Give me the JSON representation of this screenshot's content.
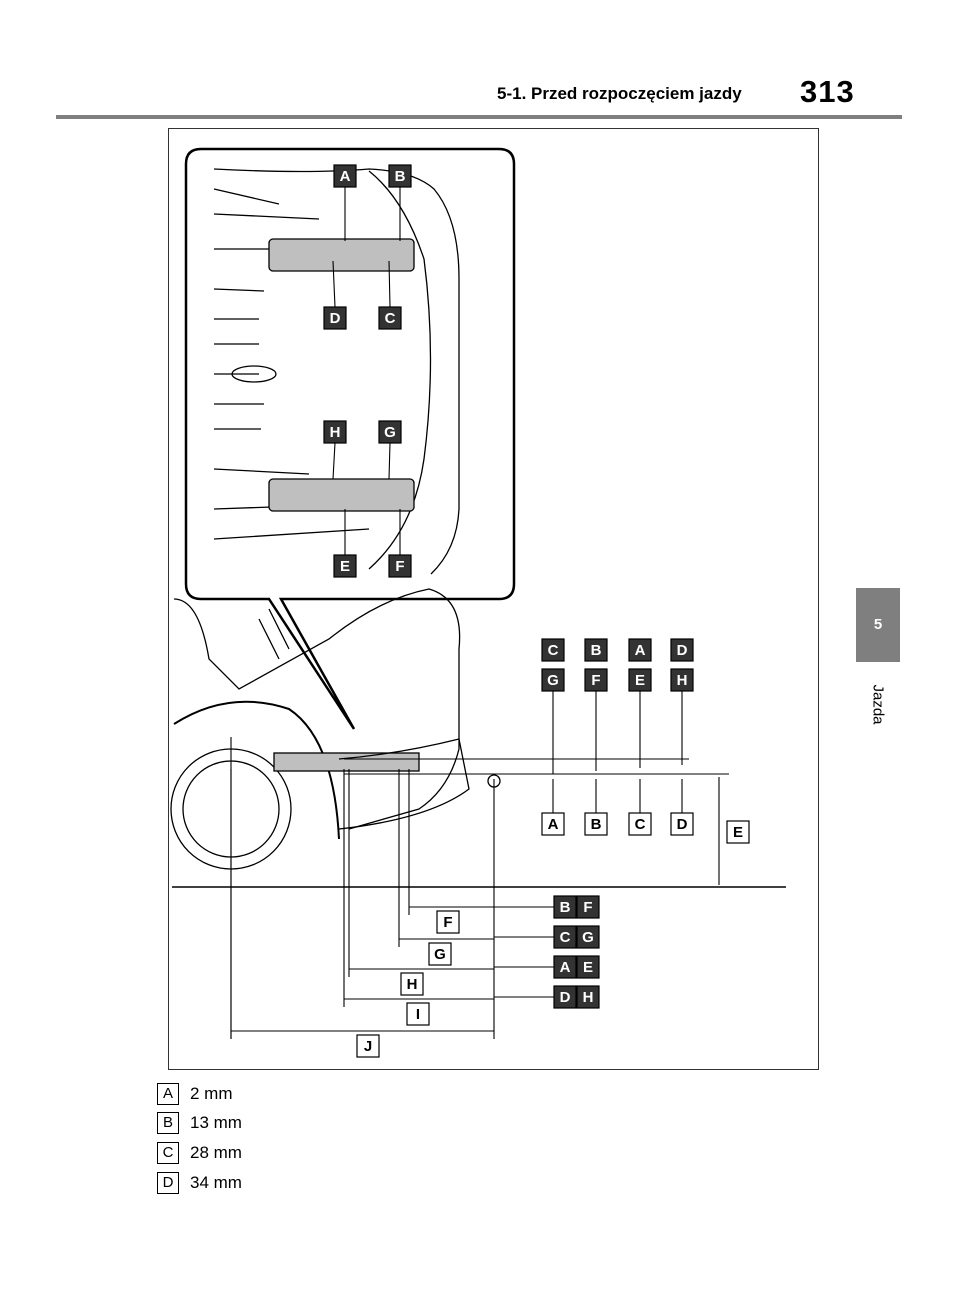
{
  "header": {
    "title": "5-1. Przed rozpoczęciem jazdy",
    "page_number": "313"
  },
  "side_tab": {
    "chapter": "5",
    "label": "Jazda"
  },
  "figure": {
    "detail_labels": [
      "A",
      "B",
      "D",
      "C",
      "H",
      "G",
      "E",
      "F"
    ],
    "top_code_rows": [
      [
        "C",
        "B",
        "A",
        "D"
      ],
      [
        "G",
        "F",
        "E",
        "H"
      ]
    ],
    "point_labels": [
      "A",
      "B",
      "C",
      "D"
    ],
    "height_label": "E",
    "right_pair_labels": [
      [
        "B",
        "F"
      ],
      [
        "C",
        "G"
      ],
      [
        "A",
        "E"
      ],
      [
        "D",
        "H"
      ]
    ],
    "length_labels": [
      "F",
      "G",
      "H",
      "I",
      "J"
    ]
  },
  "legend": [
    {
      "key": "A",
      "value": "2 mm"
    },
    {
      "key": "B",
      "value": "13 mm"
    },
    {
      "key": "C",
      "value": "28 mm"
    },
    {
      "key": "D",
      "value": "34 mm"
    }
  ]
}
